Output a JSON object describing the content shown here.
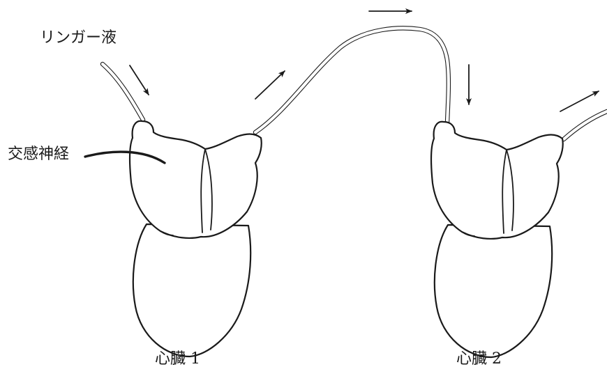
{
  "labels": {
    "ringer_solution": "リンガー液",
    "sympathetic_nerve": "交感神経",
    "heart1": "心臓 1",
    "heart2": "心臓 2"
  },
  "colors": {
    "line": "#1a1a1a",
    "background": "#ffffff"
  },
  "flow_arrows": [
    "inflow-arrow",
    "tube-up-arrow",
    "tube-top-arrow",
    "tube-down-arrow",
    "outflow-arrow"
  ]
}
